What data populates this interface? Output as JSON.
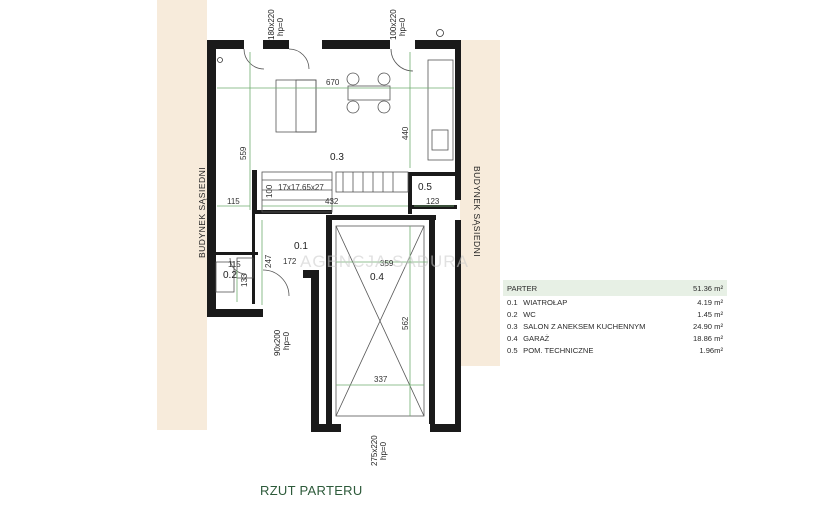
{
  "plan": {
    "title": "RZUT PARTERU",
    "side_label": "BUDYNEK SĄSIEDNI",
    "watermark": "AGENCJA SADURA",
    "rooms": {
      "r01": "0.1",
      "r02": "0.2",
      "r03": "0.3",
      "r04": "0.4",
      "r05": "0.5"
    },
    "dimensions": {
      "d670": "670",
      "d559": "559",
      "d440": "440",
      "d115a": "115",
      "d432": "432",
      "d123": "123",
      "d100": "100",
      "d115b": "115",
      "d133": "133",
      "d247": "247",
      "d172": "172",
      "d359": "359",
      "d562": "562",
      "d337": "337",
      "stairs": "17x17.65x27"
    },
    "openings": {
      "top1a": "180x220",
      "top1b": "hp=0",
      "top2a": "100x220",
      "top2b": "hp=0",
      "entry_a": "90x200",
      "entry_b": "hp=0",
      "garage_a": "275x220",
      "garage_b": "hp=0"
    }
  },
  "legend": {
    "header_label": "PARTER",
    "header_area": "51.36 m²",
    "rows": [
      {
        "num": "0.1",
        "name": "WIATROŁAP",
        "area": "4.19 m²"
      },
      {
        "num": "0.2",
        "name": "WC",
        "area": "1.45 m²"
      },
      {
        "num": "0.3",
        "name": "SALON Z ANEKSEM KUCHENNYM",
        "area": "24.90 m²"
      },
      {
        "num": "0.4",
        "name": "GARAŻ",
        "area": "18.86 m²"
      },
      {
        "num": "0.5",
        "name": "POM. TECHNICZNE",
        "area": "1.96m²"
      }
    ]
  },
  "colors": {
    "neighbor_fill": "#f7ebdb",
    "wall": "#1a1a1a",
    "accent_green": "#2d5a3a",
    "dim_line": "#6fae6f"
  }
}
